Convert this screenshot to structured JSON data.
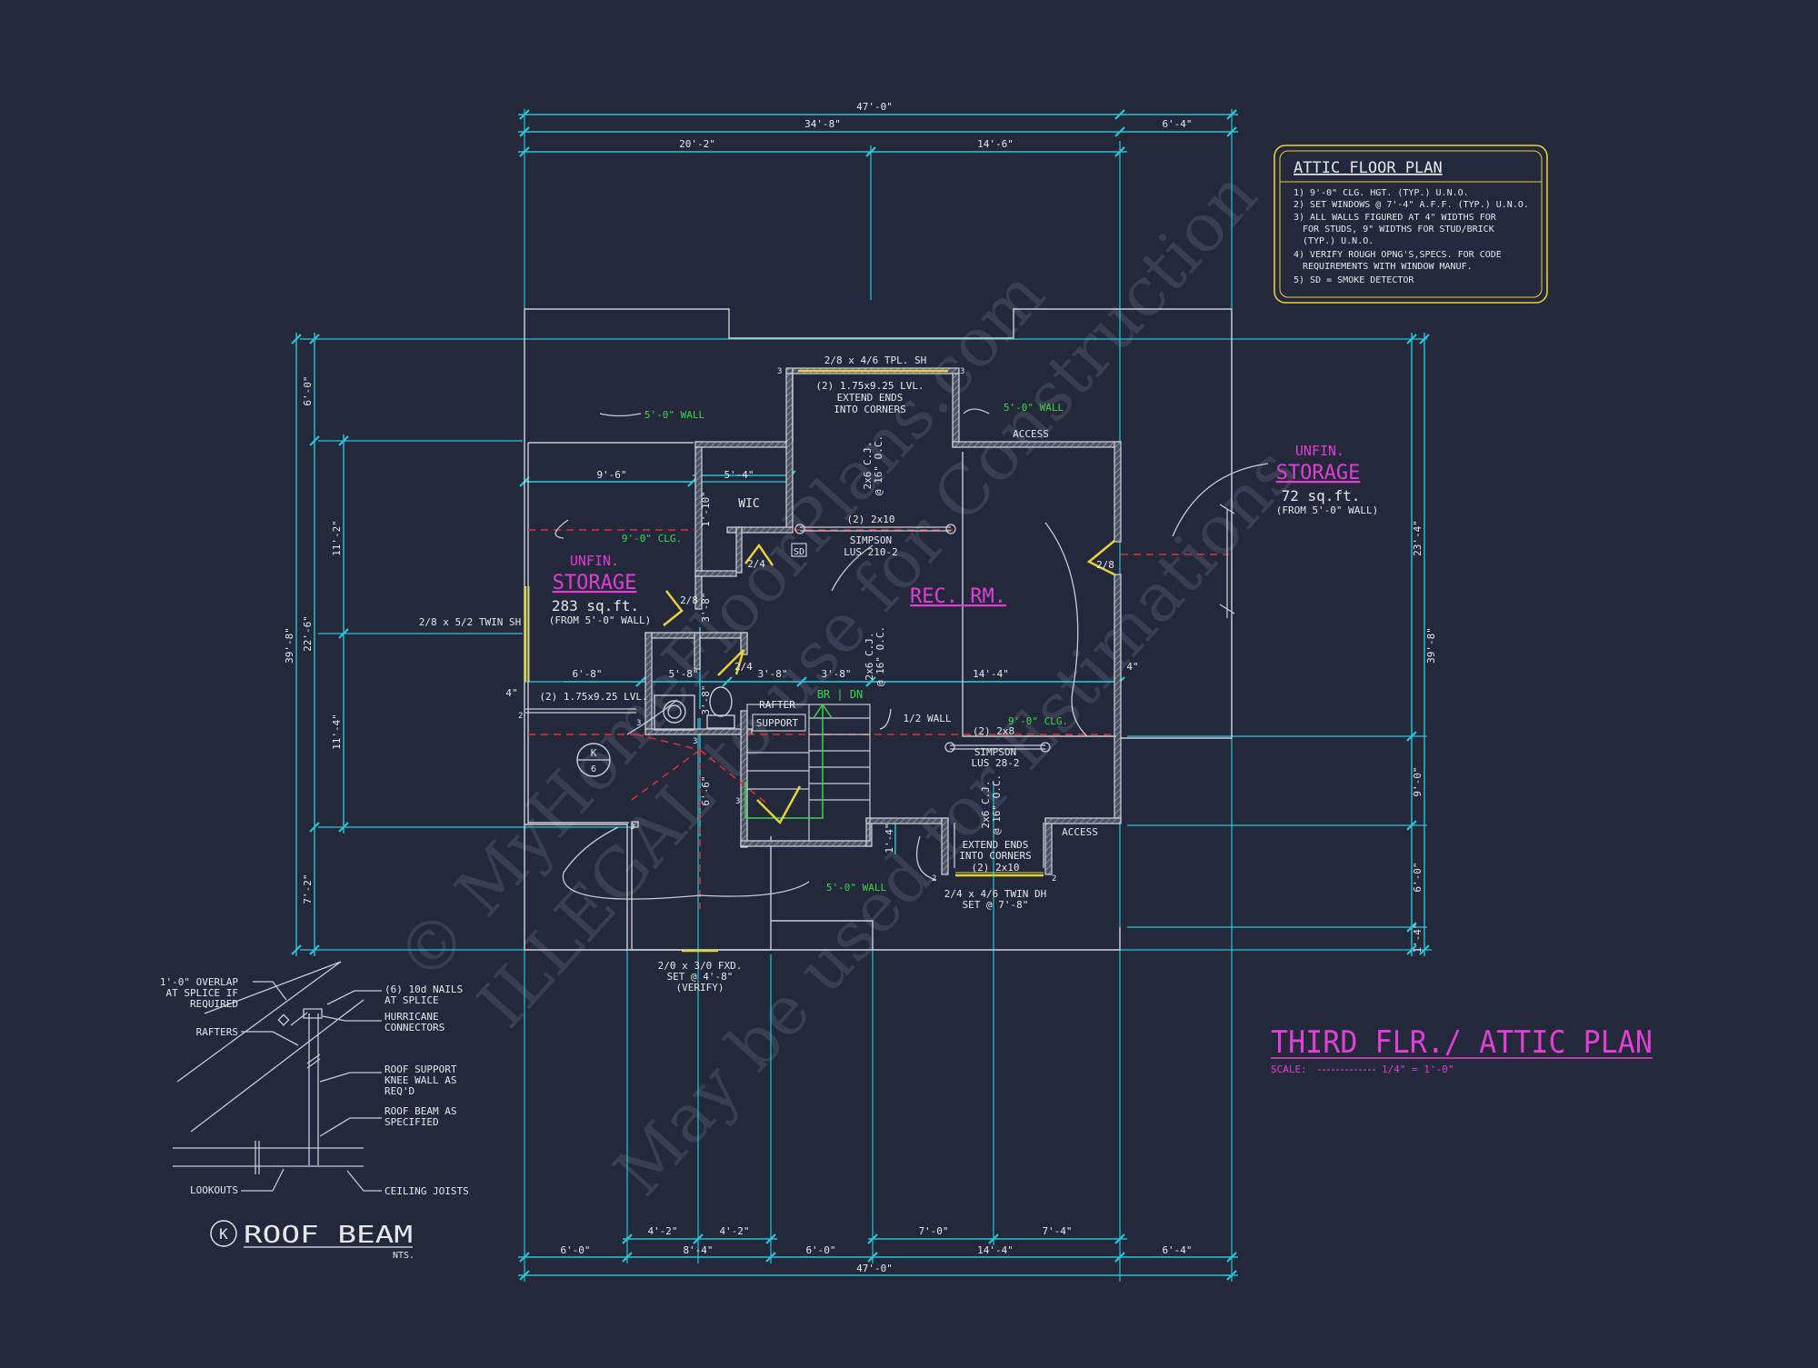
{
  "colors": {
    "background": "#23283a",
    "wall": "#bfc3cc",
    "wall_hatch": "#6c7080",
    "dimension": "#27c4d6",
    "text": "#e6e8ee",
    "magenta": "#e23fd6",
    "green": "#37d64a",
    "yellow": "#e6d23a",
    "red_dash": "#d8323a",
    "watermark": "#3a4052"
  },
  "watermark": {
    "line1": "© MyHomeFloorPlans.com",
    "line2": "ILLEGAL to use for Construction",
    "line3": "May be used for Estimations"
  },
  "notes_box": {
    "title": "ATTIC FLOOR PLAN",
    "lines": [
      "1) 9'-0\" CLG. HGT. (TYP.) U.N.O.",
      "2) SET WINDOWS @ 7'-4\" A.F.F. (TYP.) U.N.O.",
      "3) ALL WALLS FIGURED AT 4\" WIDTHS FOR",
      "FOR STUDS, 9\" WIDTHS FOR STUD/BRICK",
      "(TYP.) U.N.O.",
      "4) VERIFY ROUGH OPNG'S,SPECS. FOR CODE",
      "REQUIREMENTS WITH WINDOW MANUF.",
      "5) SD = SMOKE DETECTOR"
    ]
  },
  "plan_title": {
    "title": "THIRD FLR./ ATTIC PLAN",
    "scale_label": "SCALE: ",
    "scale_value": "1/4\" = 1'-0\""
  },
  "dims_top": {
    "overall": "47'-0\"",
    "d34": "34'-8\"",
    "d6": "6'-4\"",
    "d20": "20'-2\"",
    "d14": "14'-6\""
  },
  "dims_bottom": {
    "overall": "47'-0\"",
    "b1": "6'-0\"",
    "b2": "8'-4\"",
    "b3": "6'-0\"",
    "b4": "14'-4\"",
    "b5": "6'-4\"",
    "s1": "4'-2\"",
    "s2": "4'-2\"",
    "s3": "7'-0\"",
    "s4": "7'-4\""
  },
  "dims_left": {
    "overall": "39'-8\"",
    "l1": "6'-0\"",
    "l2": "22'-6\"",
    "l3": "7'-2\"",
    "l4": "11'-2\"",
    "l5": "11'-4\""
  },
  "dims_right": {
    "overall": "39'-8\"",
    "r1": "23'-4\"",
    "r2": "9'-0\"",
    "r3": "6'-0\"",
    "r4": "1'-4\""
  },
  "dims_inner": {
    "d9_6": "9'-6\"",
    "d5_4": "5'-4\"",
    "d6_8": "6'-8\"",
    "d5_8": "5'-8\"",
    "d3_8": "3'-8\"",
    "d3_8b": "3'-8\"",
    "d14_4": "14'-4\"",
    "d4a": "4\"",
    "d4b": "4\"",
    "v1_10": "1'-10\"",
    "v3_8": "3'-8\"",
    "v3_8b": "3'-8\"",
    "v6_6": "6'-6\"",
    "v1_4": "1'-4\""
  },
  "rooms": {
    "storage_left": {
      "unfin": "UNFIN.",
      "name": "STORAGE",
      "area": "283 sq.ft.",
      "note": "(FROM 5'-0\" WALL)"
    },
    "storage_right": {
      "unfin": "UNFIN.",
      "name": "STORAGE",
      "area": "72 sq.ft.",
      "note": "(FROM 5'-0\" WALL)"
    },
    "rec_room": "REC. RM.",
    "wic": "WIC",
    "sd": "SD"
  },
  "labels": {
    "tpl_sh": "2/8 x 4/6 TPL. SH",
    "lvl_top": "(2) 1.75x9.25 LVL.",
    "extend_top1": "EXTEND ENDS",
    "extend_top2": "INTO CORNERS",
    "cj_top": "2x6 C.J.",
    "cj_top_oc": "@ 16\" O.C.",
    "two_2x10_top": "(2) 2x10",
    "simpson_top": "SIMPSON",
    "simpson_top_lus": "LUS 210-2",
    "access_top": "ACCESS",
    "wall5_top_left": "5'-0\" WALL",
    "wall5_top_right": "5'-0\" WALL",
    "clg9_left": "9'-0\" CLG.",
    "twin_sh": "2/8 x 5/2 TWIN SH",
    "lvl_left": "(2) 1.75x9.25 LVL.",
    "door_24a": "2/4",
    "door_28a": "2/8",
    "door_24b": "2/4",
    "door_28b": "2/8",
    "rafter": "RAFTER",
    "support": "SUPPORT",
    "br_dn": "BR | DN",
    "half_wall": "1/2 WALL",
    "cj_mid": "2x6 C.J.",
    "cj_mid_oc": "@ 16\" O.C.",
    "clg9_right": "9'-0\" CLG.",
    "two_2x8": "(2) 2x8",
    "simpson_bot": "SIMPSON",
    "simpson_bot_lus": "LUS 28-2",
    "cj_bot": "2x6 C.J.",
    "cj_bot_oc": "@ 16\" O.C.",
    "extend_bot1": "EXTEND ENDS",
    "extend_bot2": "INTO CORNERS",
    "two_2x10_bot": "(2) 2x10",
    "access_bot": "ACCESS",
    "twin_dh": "2/4 x 4/6 TWIN DH",
    "twin_dh_set": "SET @ 7'-8\"",
    "wall5_bottom": "5'-0\" WALL",
    "fxd1": "2/0 x 3/0 FXD.",
    "fxd2": "SET @ 4'-8\"",
    "fxd3": "(VERIFY)",
    "marker_k": "K",
    "marker_6": "6",
    "n2a": "2",
    "n3a": "3",
    "n3b": "3",
    "n3c": "3",
    "n3d": "3",
    "n3e": "3",
    "n3f": "3",
    "n2b": "2",
    "n2c": "2"
  },
  "roof_beam": {
    "overlap1": "1'-0\" OVERLAP",
    "overlap2": "AT SPLICE IF",
    "overlap3": "REQUIRED",
    "nails1": "(6) 10d NAILS",
    "nails2": "AT SPLICE",
    "hurricane1": "HURRICANE",
    "hurricane2": "CONNECTORS",
    "rafters": "RAFTERS",
    "support1": "ROOF SUPPORT",
    "support2": "KNEE WALL AS",
    "support3": "REQ'D",
    "beam1": "ROOF BEAM AS",
    "beam2": "SPECIFIED",
    "lookouts": "LOOKOUTS",
    "joists": "CEILING JOISTS",
    "marker": "K",
    "title": "ROOF BEAM",
    "nts": "NTS."
  }
}
